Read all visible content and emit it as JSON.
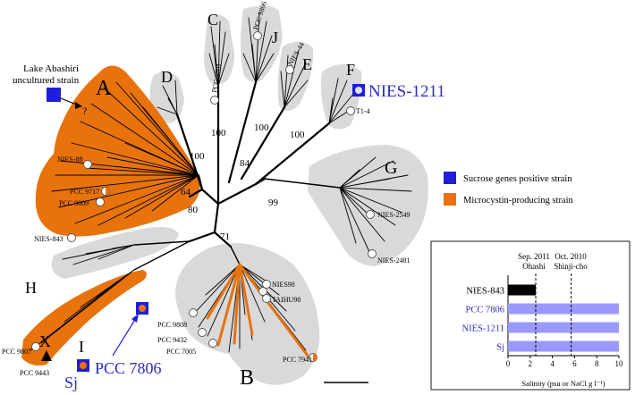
{
  "clades": {
    "A": "A",
    "B": "B",
    "C": "C",
    "D": "D",
    "E": "E",
    "F": "F",
    "G": "G",
    "H": "H",
    "I": "I",
    "J": "J",
    "X": "X"
  },
  "bootstrap": {
    "v100_d": "100",
    "v100_c": "100",
    "v100_j": "100",
    "v100_f": "100",
    "v84": "84",
    "v64": "64",
    "v80": "80",
    "v99": "99",
    "v71": "71"
  },
  "strains": {
    "pcc9806": "PCC 9806",
    "nies44": "NIES-44",
    "pcc9701": "PCC 9701",
    "t14": "T1-4",
    "nies88": "NIES-88",
    "pcc9717": "PCC 9717",
    "pcc9809": "PCC 9809",
    "nies843": "NIES-843",
    "nies2549": "NIES-2549",
    "nies2481": "NIES-2481",
    "nies98": "NIES98",
    "taihu98": "TAIHU98",
    "pcc9808": "PCC 9808",
    "pcc9432": "PCC 9432",
    "pcc7005": "PCC 7005",
    "pcc7941": "PCC 7941",
    "pcc9807": "PCC 9807",
    "pcc9443": "PCC 9443"
  },
  "highlight": {
    "nies1211": "NIES-1211",
    "pcc7806": "PCC 7806",
    "sj": "Sj"
  },
  "abashiri": {
    "line1": "Lake Abashiri",
    "line2": "uncultured strain",
    "question": "?"
  },
  "legend": {
    "sucrose": "Sucrose genes positive strain",
    "microcystin": "Microcystin-producing strain",
    "sucrose_color": "#1f1fd6",
    "microcystin_color": "#e8730c"
  },
  "inset": {
    "markers": [
      {
        "line1": "Sep. 2011",
        "line2": "Ohashi",
        "value": 2.5
      },
      {
        "line1": "Oct. 2010",
        "line2": "Shinji-cho",
        "value": 5.7
      }
    ],
    "bars": [
      {
        "label": "NIES-843",
        "value": 2.5,
        "color": "#000000",
        "label_color": "#000000"
      },
      {
        "label": "PCC 7806",
        "value": 10,
        "color": "#9999ff",
        "label_color": "#2b2bd0"
      },
      {
        "label": "NIES-1211",
        "value": 10,
        "color": "#9999ff",
        "label_color": "#2b2bd0"
      },
      {
        "label": "Sj",
        "value": 10,
        "color": "#9999ff",
        "label_color": "#2b2bd0"
      }
    ],
    "ticks": [
      "0",
      "2",
      "4",
      "6",
      "8",
      "10"
    ],
    "xlabel": "Salinity (psu or NaCl g l⁻¹)"
  }
}
